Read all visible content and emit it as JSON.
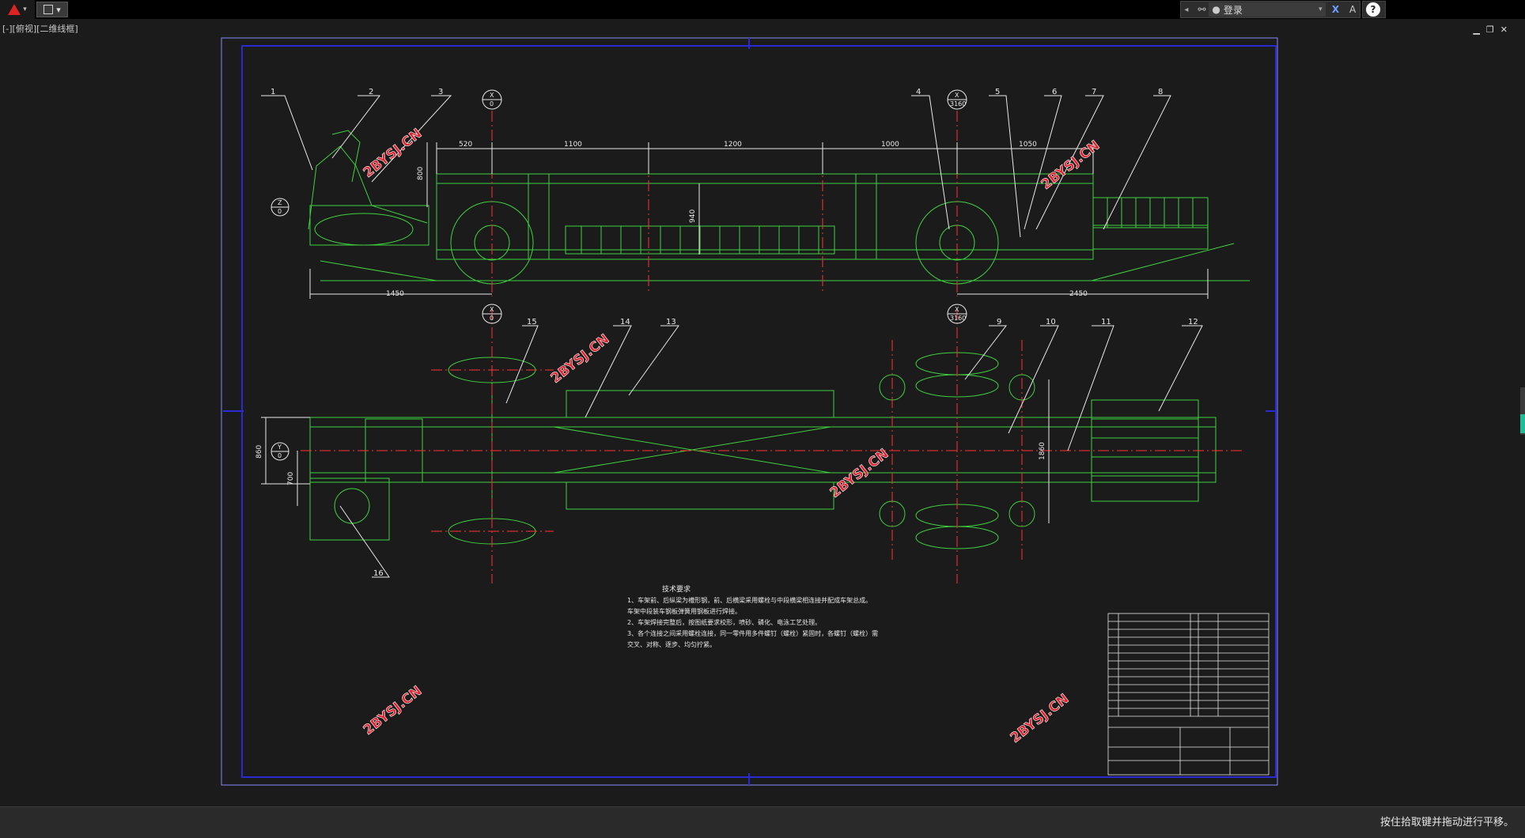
{
  "titlebar": {
    "quick_access_glyph": "▾",
    "login_label": "登录",
    "help_label": "?"
  },
  "viewport": {
    "label": "[-][俯视][二维线框]"
  },
  "drawing": {
    "part_numbers_top": [
      "1",
      "2",
      "3",
      "4",
      "5",
      "6",
      "7",
      "8"
    ],
    "part_numbers_bottom": [
      "15",
      "14",
      "13",
      "9",
      "10",
      "11",
      "12",
      "16"
    ],
    "section_markers": {
      "x0_letter": "X",
      "x0_value": "0",
      "x3160_value": "3160",
      "z0_letter": "Z",
      "y0_letter": "Y"
    },
    "dimensions": {
      "d520": "520",
      "d1100": "1100",
      "d1200": "1200",
      "d1000": "1000",
      "d1050": "1050",
      "d800": "800",
      "d940": "940",
      "d1450": "1450",
      "d2450": "2450",
      "d860": "860",
      "d700": "700",
      "d1860": "1860"
    },
    "watermark": "2BYSJ.CN",
    "tech_requirements": {
      "title": "技术要求",
      "lines": [
        "1、车架前、后纵梁为槽形钢，前、后横梁采用螺栓与中段横梁相连接并配成车架总成。",
        "车架中段装车钢板弹簧用钢板进行焊接。",
        "2、车架焊接完整后，按图纸要求校形，喷砂、磷化、电泳工艺处理。",
        "3、各个连接之间采用螺栓连接，同一零件用多件螺钉（螺栓）紧固时，各螺钉（螺栓）需",
        "交叉、对称、逐步、均匀拧紧。"
      ]
    }
  },
  "status": {
    "message": "按住拾取键并拖动进行平移。"
  },
  "colors": {
    "frame_blue": "#2a2ad0",
    "line_green": "#3fd23f",
    "center_red": "#ff3030",
    "dim_white": "#e8e8e8",
    "watermark_red": "#e0232f"
  }
}
